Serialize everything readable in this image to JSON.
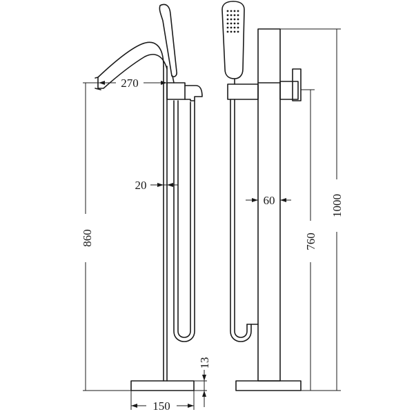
{
  "dimensions": {
    "spout_reach": "270",
    "pipe_diameter": "20",
    "overall_height_front": "860",
    "base_thickness": "13",
    "base_width": "150",
    "column_width": "60",
    "outlet_height": "760",
    "overall_height_side": "1000"
  }
}
